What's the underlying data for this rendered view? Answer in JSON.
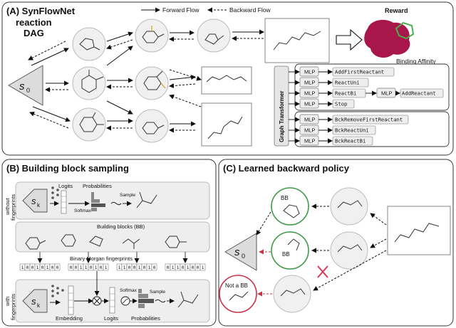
{
  "panelA": {
    "title": "(A) SynFlowNet",
    "title_line2": "reaction",
    "title_line3": "DAG",
    "legend_forward": "Forward Flow",
    "legend_backward": "Backward Flow",
    "s0": "s",
    "s0_sub": "0",
    "reward": "Reward",
    "binding": "Binding Affinity",
    "graph_transformer": "Graph Transformer",
    "mlp": "MLP",
    "forward_actions": [
      "AddFirstReactant",
      "ReactUni",
      "ReactBi",
      "Stop"
    ],
    "add_reactant": "AddReactant",
    "backward_actions": [
      "BckRemoveFirstReactant",
      "BckReactUni",
      "BckReactBi"
    ]
  },
  "panelB": {
    "title": "(B) Building block sampling",
    "without": "without",
    "fingerprints": "fingerprints",
    "with": "with",
    "sk": "s",
    "sk_sub": "k",
    "logits": "Logits",
    "probabilities": "Probabilities",
    "softmax": "Softmax",
    "sample": "Sample",
    "building_blocks": "Building blocks (BB)",
    "binary_morgan": "Binary Morgan fingerprints",
    "fingerprint_bits": [
      "1",
      "0",
      "0",
      "1",
      "0",
      "1",
      "0",
      "0"
    ],
    "fingerprint_bits2": [
      "0",
      "0",
      "1",
      "1",
      "0",
      "1",
      "0",
      "1"
    ],
    "fingerprint_bits3": [
      "1",
      "1",
      "0",
      "0",
      "1",
      "0",
      "1",
      "0"
    ],
    "fingerprint_bits4": [
      "0",
      "1",
      "1",
      "0",
      "1",
      "0",
      "0",
      "1"
    ],
    "embedding": "Embedding",
    "logits2": "Logits",
    "probabilities2": "Probabilities"
  },
  "panelC": {
    "title": "(C) Learned backward policy",
    "bb": "BB",
    "bb2": "BB",
    "not_bb": "Not a BB",
    "s0": "s",
    "s0_sub": "0"
  },
  "colors": {
    "green": "#3f9a45",
    "red": "#c8324a",
    "cross": "#d63a55",
    "gray_box": "#eeeeee",
    "s0_fill": "#dcdcdc"
  }
}
